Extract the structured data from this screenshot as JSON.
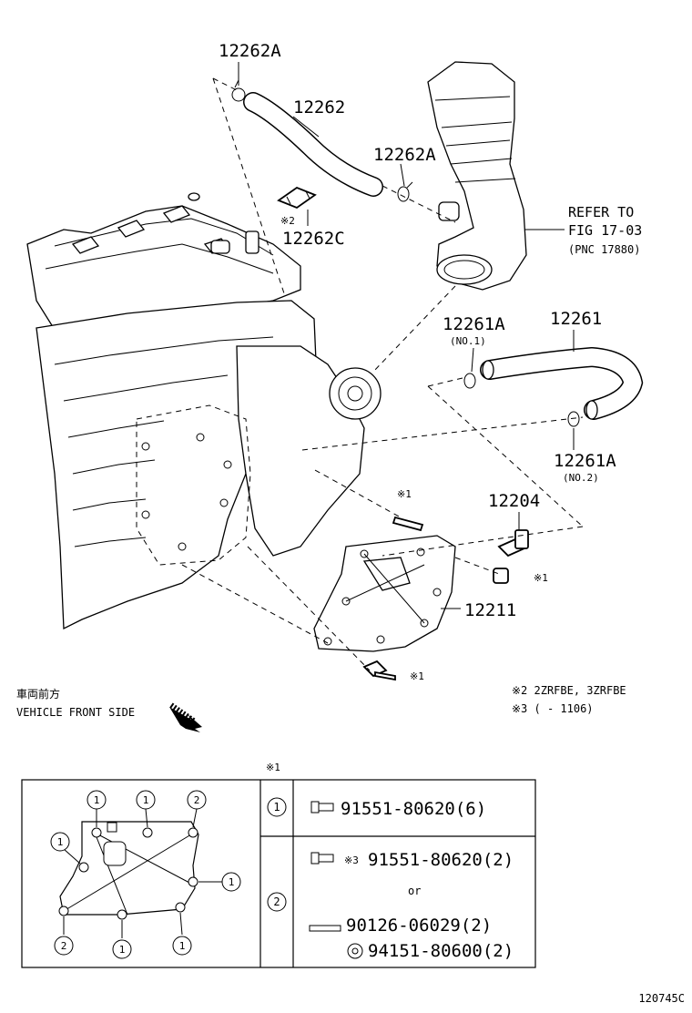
{
  "parts": {
    "p12262A_top": "12262A",
    "p12262": "12262",
    "p12262A_right": "12262A",
    "p12262C": "12262C",
    "note2_mark": "※2",
    "p12261A_top": "12261A",
    "p12261A_top_sub": "(NO.1)",
    "p12261": "12261",
    "p12261A_bottom": "12261A",
    "p12261A_bottom_sub": "(NO.2)",
    "p12204": "12204",
    "p12211": "12211",
    "mark1_a": "※1",
    "mark1_b": "※1",
    "mark1_c": "※1"
  },
  "refer": {
    "line1": "REFER TO",
    "line2": "FIG 17-03",
    "line3": "(PNC 17880)"
  },
  "direction": {
    "jp": "車両前方",
    "en": "VEHICLE FRONT SIDE"
  },
  "notes": {
    "n2": "※2 2ZRFBE, 3ZRFBE",
    "n3": "※3 (         - 1106)"
  },
  "table": {
    "header_mark": "※1",
    "row1_no": "1",
    "row1_part": "91551-80620(6)",
    "row2_no": "2",
    "row2_mark": "※3",
    "row2_part_a": "91551-80620(2)",
    "row2_or": "or",
    "row2_part_b": "90126-06029(2)",
    "row2_part_c": "94151-80600(2)"
  },
  "callouts": [
    "1",
    "1",
    "2",
    "1",
    "1",
    "2",
    "1",
    "1"
  ],
  "figure_id": "120745C"
}
